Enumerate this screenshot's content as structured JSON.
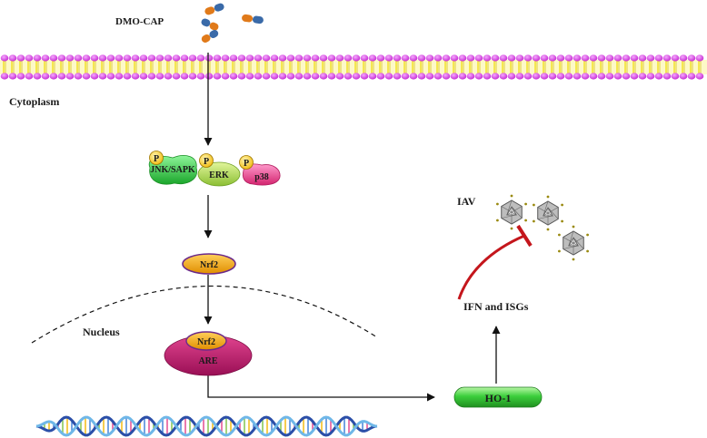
{
  "labels": {
    "drug": "DMO-CAP",
    "cytoplasm": "Cytoplasm",
    "nucleus": "Nucleus",
    "iav": "IAV",
    "ifn": "IFN and ISGs"
  },
  "kinases": {
    "phospho": "P",
    "jnk": "JNK/SAPK",
    "erk": "ERK",
    "p38": "p38"
  },
  "nrf2": {
    "cytoplasmic": "Nrf2",
    "nuclear": "Nrf2",
    "are": "ARE"
  },
  "ho1": "HO-1",
  "colors": {
    "membrane_lipid": "#d63be0",
    "membrane_tail": "#f3e233",
    "jnk": "#2ecc40",
    "erk": "#a8d64a",
    "p38": "#e8458f",
    "nrf2": "#f0a30a",
    "are": "#c2186b",
    "ho1": "#39c43a",
    "inhibition": "#c4161c"
  }
}
